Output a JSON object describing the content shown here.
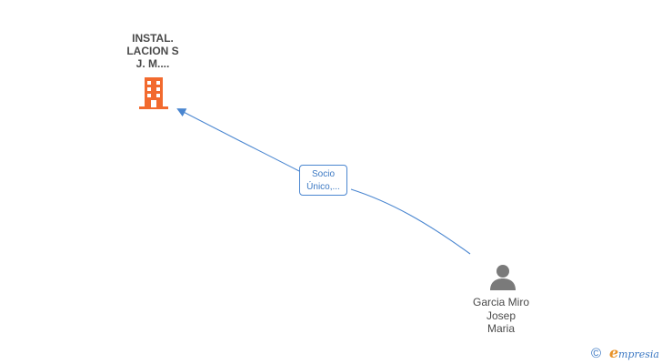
{
  "company": {
    "name_lines": [
      "INSTAL.",
      "LACION S",
      "J. M...."
    ],
    "icon": "building-icon",
    "color": "#f26a2e"
  },
  "person": {
    "name_lines": [
      "Garcia Miro",
      "Josep",
      "Maria"
    ],
    "icon": "person-icon",
    "color": "#7a7a7a"
  },
  "relation": {
    "label_lines": [
      "Socio",
      "Único,..."
    ],
    "color": "#4a86d0"
  },
  "brand": {
    "copyright_symbol": "©",
    "logo_mark": "e",
    "logo_text": "mpresia"
  }
}
